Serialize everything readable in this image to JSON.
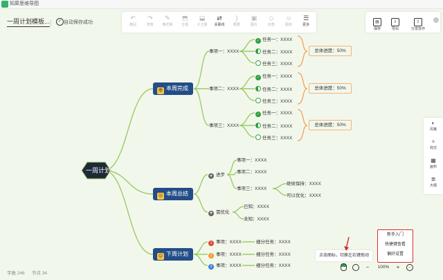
{
  "app": {
    "title": "知犀思维导图"
  },
  "header": {
    "doc_title": "一周计划模板...",
    "separator": "|",
    "save_status": "自动保存成功",
    "save_status_icon": "✓"
  },
  "toolbar": {
    "buttons": [
      {
        "label": "撤回",
        "icon": "↶"
      },
      {
        "label": "恢复",
        "icon": "↷"
      },
      {
        "label": "格式刷",
        "icon": "✎"
      },
      {
        "label": "主题",
        "icon": "⬒"
      },
      {
        "label": "子主题",
        "icon": "⬓"
      },
      {
        "label": "关联线",
        "icon": "⇄"
      },
      {
        "label": "概要",
        "icon": "}"
      },
      {
        "label": "图片",
        "icon": "▣"
      },
      {
        "label": "标签",
        "icon": "◇"
      },
      {
        "label": "图标",
        "icon": "☺"
      },
      {
        "label": "更多",
        "icon": "☰"
      }
    ]
  },
  "right_tools": {
    "buttons": [
      {
        "label": "保存",
        "icon": "▤"
      },
      {
        "label": "导出",
        "icon": "⇩"
      },
      {
        "label": "分享协作",
        "icon": "⇪"
      }
    ]
  },
  "side_panel": {
    "buttons": [
      {
        "label": "风格",
        "icon": "◐"
      },
      {
        "label": "样式",
        "icon": "✧"
      },
      {
        "label": "画布",
        "icon": "▦"
      },
      {
        "label": "大纲",
        "icon": "≣"
      }
    ]
  },
  "mindmap": {
    "root": "一周计划",
    "completed": {
      "label": "本周完成",
      "items": [
        {
          "label": "事项一：XXXX",
          "tasks": [
            "任务一：XXXX",
            "任务二：XXXX",
            "任务三：XXXX"
          ],
          "progress": "总体进度：50%"
        },
        {
          "label": "事项二：XXXX",
          "tasks": [
            "任务一：XXXX",
            "任务二：XXXX",
            "任务三：XXXX"
          ],
          "progress": "总体进度：50%"
        },
        {
          "label": "事项三：XXXX",
          "tasks": [
            "任务一：XXXX",
            "任务二：XXXX",
            "任务三：XXXX"
          ],
          "progress": "总体进度：50%"
        }
      ]
    },
    "summary": {
      "label": "本周总结",
      "progress_group": {
        "label": "进步",
        "items": [
          "事项一：XXXX",
          "事项二：XXXX",
          "事项三：XXXX"
        ],
        "children": [
          "继续保持：XXXX",
          "可以优化：XXXX"
        ]
      },
      "optimize_group": {
        "label": "需优化",
        "items": [
          "已知：XXXX",
          "未知：XXXX"
        ]
      }
    },
    "next_week": {
      "label": "下周计划",
      "items": [
        {
          "num": "1",
          "label": "事项：XXXX",
          "sub": "细分任务：XXXX",
          "color": "#e0453a"
        },
        {
          "num": "2",
          "label": "事项：XXXX",
          "sub": "细分任务：XXXX",
          "color": "#f29a2e"
        },
        {
          "num": "3",
          "label": "事项：XXXX",
          "sub": "细分任务：XXXX",
          "color": "#3b7fd6"
        }
      ]
    }
  },
  "status": {
    "word_count": "字数 246",
    "node_count": "节点 34"
  },
  "tip": "点击图标，切换左右键拖动",
  "help_menu": {
    "items": [
      "新手入门",
      "快捷键查看",
      "偏好设置"
    ]
  },
  "zoom": {
    "value": "100%",
    "minus": "−",
    "plus": "+"
  },
  "colors": {
    "branch": "#234d87",
    "link": "#9ccc65",
    "canvas": "#f2f7ec",
    "progress_border": "#f0b37a",
    "highlight": "#d92c2c"
  }
}
